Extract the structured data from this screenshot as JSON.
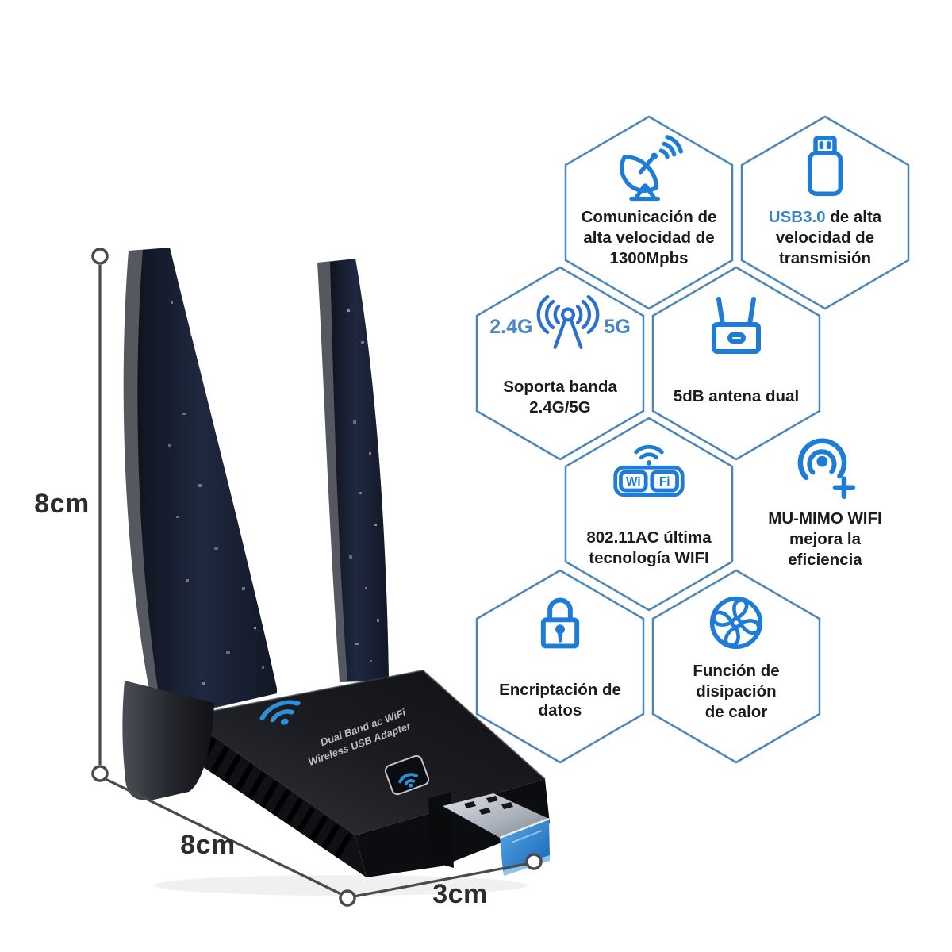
{
  "page": {
    "background": "#ffffff"
  },
  "colors": {
    "hex_border": "#4d86b6",
    "icon_blue": "#1e7cd6",
    "accent_text_blue": "#3b82c4",
    "feature_text": "#1b1b1b",
    "dimension_line": "#4a4a4a",
    "usb_blue": "#2f7fd0",
    "device_black": "#16171b"
  },
  "dimensions": {
    "height_label": "8cm",
    "width_label": "8cm",
    "depth_label": "3cm"
  },
  "device": {
    "print_line1": "Dual Band ac WiFi",
    "print_line2": "Wireless USB Adapter",
    "logo": "wifi-logo"
  },
  "features": [
    {
      "icon": "satellite-dish",
      "lines": [
        "Comunicación de",
        "alta velocidad de",
        "1300Mpbs"
      ]
    },
    {
      "icon": "usb-drive",
      "line1_accent": "USB3.0",
      "line1_rest": " de alta",
      "lines": [
        "velocidad de",
        "transmisión"
      ]
    },
    {
      "icon": "antenna-bands",
      "band_left": "2.4G",
      "band_right": "5G",
      "lines": [
        "Soporta banda",
        "2.4G/5G"
      ]
    },
    {
      "icon": "router-dual-antenna",
      "lines": [
        "5dB antena dual"
      ]
    },
    {
      "icon": "wifi-badges",
      "badge_left": "Wi",
      "badge_right": "Fi",
      "lines": [
        "802.11AC última",
        "tecnología WIFI"
      ]
    },
    {
      "icon": "mu-mimo-signal",
      "lines": [
        "MU-MIMO WIFI",
        "mejora la",
        "eficiencia"
      ]
    },
    {
      "icon": "padlock",
      "lines": [
        "Encriptación de",
        "datos"
      ]
    },
    {
      "icon": "cooling-fan",
      "lines": [
        "Función de",
        "disipación",
        "de calor"
      ]
    }
  ]
}
